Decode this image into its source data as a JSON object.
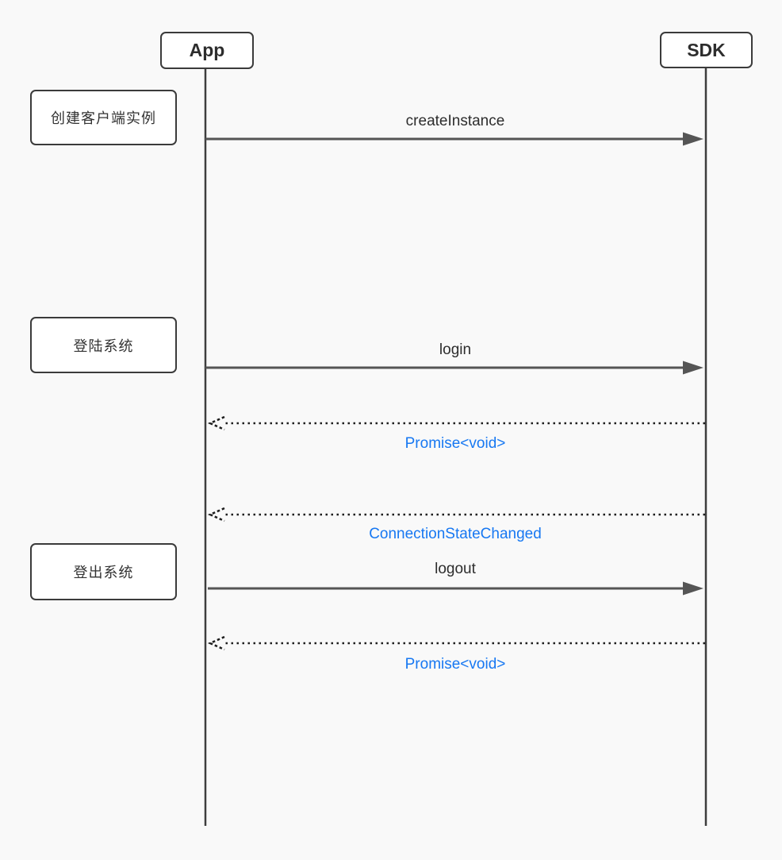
{
  "diagram": {
    "type": "sequence-diagram",
    "actors": [
      {
        "id": "app",
        "label": "App"
      },
      {
        "id": "sdk",
        "label": "SDK"
      }
    ],
    "notes": [
      {
        "id": "note-create-instance",
        "label": "创建客户端实例"
      },
      {
        "id": "note-login-system",
        "label": "登陆系统"
      },
      {
        "id": "note-logout-system",
        "label": "登出系统"
      }
    ],
    "messages": [
      {
        "label": "createInstance",
        "from": "App",
        "to": "SDK",
        "style": "solid",
        "direction": "right"
      },
      {
        "label": "login",
        "from": "App",
        "to": "SDK",
        "style": "solid",
        "direction": "right"
      },
      {
        "label": "Promise<void>",
        "from": "SDK",
        "to": "App",
        "style": "dotted",
        "direction": "left"
      },
      {
        "label": "ConnectionStateChanged",
        "from": "SDK",
        "to": "App",
        "style": "dotted",
        "direction": "left"
      },
      {
        "label": "logout",
        "from": "App",
        "to": "SDK",
        "style": "solid",
        "direction": "right"
      },
      {
        "label": "Promise<void>",
        "from": "SDK",
        "to": "App",
        "style": "dotted",
        "direction": "left"
      }
    ],
    "colors": {
      "background": "#f9f9f9",
      "box_border": "#3b3b3b",
      "box_fill": "#ffffff",
      "text": "#2d2d2d",
      "solid_arrow": "#555555",
      "dotted_arrow": "#1e1e1e",
      "accent_blue": "#1778F2"
    }
  }
}
